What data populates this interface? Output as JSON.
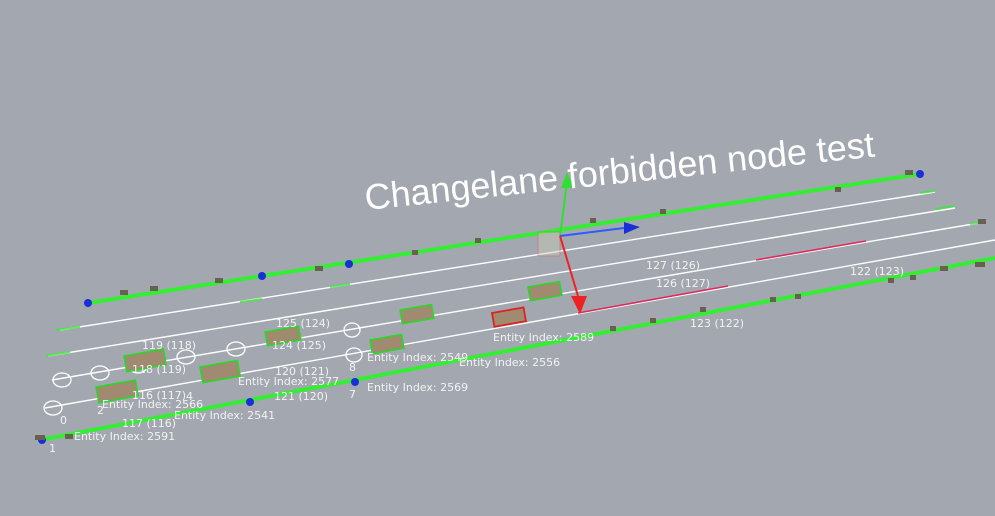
{
  "scene": {
    "title": "Changelane forbidden node test",
    "colors": {
      "background": "#a3a8b0",
      "lane_green": "#33ee33",
      "lane_white": "#ffffff",
      "lane_red": "#e0285a",
      "vehicle_box_green": "#22dd22",
      "vehicle_box_red": "#dd2222",
      "node_blue": "#1a2fd6"
    },
    "gizmo": {
      "axes": [
        "x-axis-arrow",
        "y-axis-arrow",
        "z-axis-arrow"
      ],
      "colors": {
        "x": "#2b5cff",
        "y": "#33dd33",
        "z": "#ee2222"
      }
    },
    "lane_labels": [
      "127 (126)",
      "126 (127)",
      "122 (123)",
      "123 (122)",
      "125 (124)",
      "124 (125)",
      "119 (118)",
      "118 (119)",
      "120 (121)",
      "121 (120)",
      "116 (117)",
      "117 (116)"
    ],
    "entity_labels": [
      "Entity Index: 2589",
      "Entity Index: 2556",
      "Entity Index: 2549",
      "Entity Index: 2577",
      "Entity Index: 2569",
      "Entity Index: 2566",
      "Entity Index: 2541",
      "Entity Index: 2591"
    ],
    "node_numbers": [
      "8",
      "7",
      "4",
      "2",
      "1",
      "0"
    ]
  }
}
